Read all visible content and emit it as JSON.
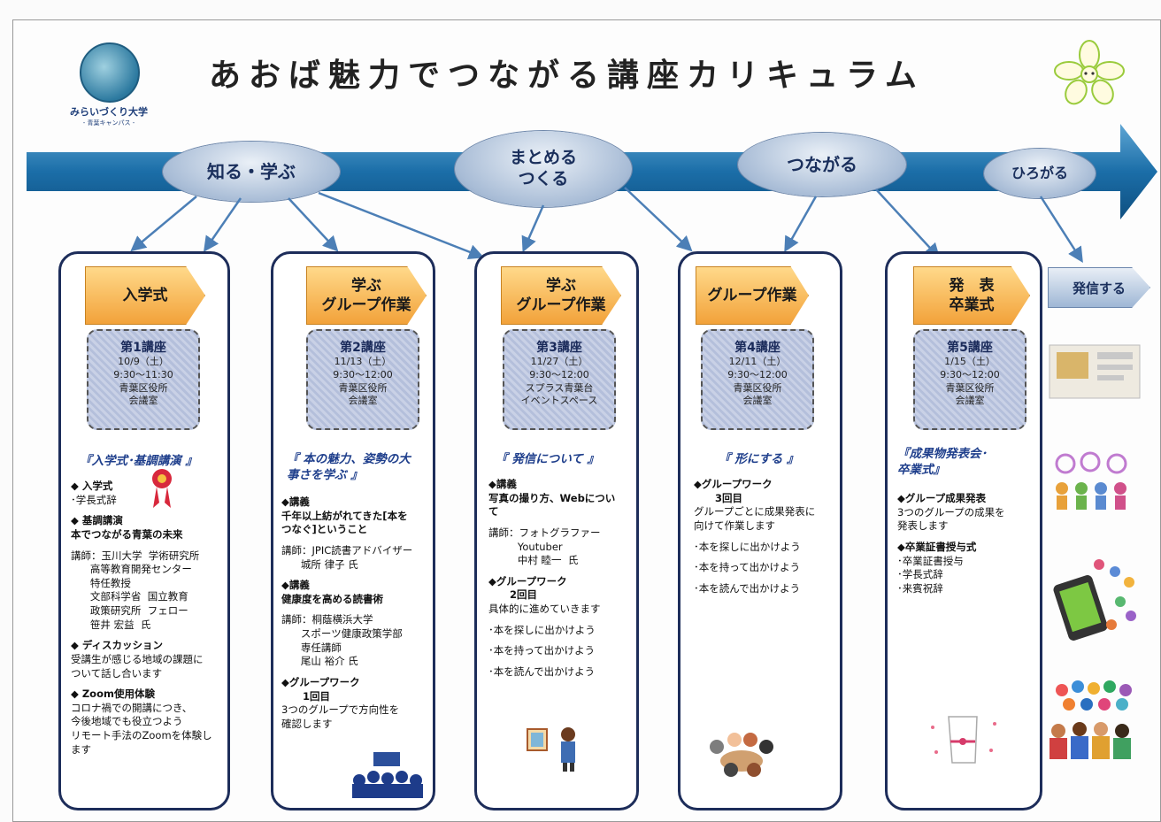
{
  "title": "あおば魅力でつながる講座カリキュラム",
  "logo": {
    "name": "みらいづくり大学",
    "sub": "- 青葉キャンパス -"
  },
  "phases": [
    "知る・学ぶ",
    "まとめる\nつくる",
    "つながる",
    "ひろがる"
  ],
  "output_label": "発信する",
  "columns": [
    {
      "tag": "入学式",
      "session": {
        "num": "第1講座",
        "date": "10/9（土）",
        "time": "9:30～11:30",
        "place": "青葉区役所\n会議室"
      },
      "theme": "『入学式･基調講演 』",
      "lines": [
        {
          "t": "◆ 入学式",
          "b": true
        },
        {
          "t": "･学長式辞",
          "b": false
        },
        {
          "t": "",
          "b": false
        },
        {
          "t": "◆ 基調講演",
          "b": true
        },
        {
          "t": "本でつながる青葉の未来",
          "b": true
        },
        {
          "t": "",
          "b": false
        },
        {
          "t": "講師：玉川大学  学術研究所",
          "b": false
        },
        {
          "t": "      高等教育開発センター",
          "b": false
        },
        {
          "t": "      特任教授",
          "b": false
        },
        {
          "t": "      文部科学省  国立教育",
          "b": false
        },
        {
          "t": "      政策研究所  フェロー",
          "b": false
        },
        {
          "t": "      笹井 宏益  氏",
          "b": false
        },
        {
          "t": "",
          "b": false
        },
        {
          "t": "◆ ディスカッション",
          "b": true
        },
        {
          "t": "受講生が感じる地域の課題に",
          "b": false
        },
        {
          "t": "ついて話し合います",
          "b": false
        },
        {
          "t": "",
          "b": false
        },
        {
          "t": "◆ Zoom使用体験",
          "b": true
        },
        {
          "t": "コロナ禍での開講につき、",
          "b": false
        },
        {
          "t": "今後地域でも役立つよう",
          "b": false
        },
        {
          "t": "リモート手法のZoomを体験し",
          "b": false
        },
        {
          "t": "ます",
          "b": false
        }
      ]
    },
    {
      "tag": "学ぶ\nグループ作業",
      "session": {
        "num": "第2講座",
        "date": "11/13（土）",
        "time": "9:30～12:00",
        "place": "青葉区役所\n会議室"
      },
      "theme": "『 本の魅力、姿勢の大\n事さを学ぶ 』",
      "lines": [
        {
          "t": "◆講義",
          "b": true
        },
        {
          "t": "千年以上紡がれてきた[本を",
          "b": true
        },
        {
          "t": "つなぐ]ということ",
          "b": true
        },
        {
          "t": "",
          "b": false
        },
        {
          "t": "講師：JPIC読書アドバイザー",
          "b": false
        },
        {
          "t": "      城所 律子 氏",
          "b": false
        },
        {
          "t": "",
          "b": false
        },
        {
          "t": "◆講義",
          "b": true
        },
        {
          "t": "健康度を高める読書術",
          "b": true
        },
        {
          "t": "",
          "b": false
        },
        {
          "t": "講師：桐蔭横浜大学",
          "b": false
        },
        {
          "t": "      スポーツ健康政策学部",
          "b": false
        },
        {
          "t": "      専任講師",
          "b": false
        },
        {
          "t": "      尾山 裕介 氏",
          "b": false
        },
        {
          "t": "",
          "b": false
        },
        {
          "t": "◆グループワーク",
          "b": true
        },
        {
          "t": "      1回目",
          "b": true
        },
        {
          "t": "3つのグループで方向性を",
          "b": false
        },
        {
          "t": "確認します",
          "b": false
        }
      ]
    },
    {
      "tag": "学ぶ\nグループ作業",
      "session": {
        "num": "第3講座",
        "date": "11/27（土）",
        "time": "9:30～12:00",
        "place": "スプラス青葉台\nイベントスペース"
      },
      "theme": "『 発信について 』",
      "lines": [
        {
          "t": "◆講義",
          "b": true
        },
        {
          "t": "写真の撮り方、Webについ",
          "b": true
        },
        {
          "t": "て",
          "b": true
        },
        {
          "t": "",
          "b": false
        },
        {
          "t": "講師：フォトグラファー",
          "b": false
        },
        {
          "t": "         Youtuber",
          "b": false
        },
        {
          "t": "         中村 睦一  氏",
          "b": false
        },
        {
          "t": "",
          "b": false
        },
        {
          "t": "◆グループワーク",
          "b": true
        },
        {
          "t": "      2回目",
          "b": true
        },
        {
          "t": "具体的に進めていきます",
          "b": false
        },
        {
          "t": "",
          "b": false
        },
        {
          "t": "･本を探しに出かけよう",
          "b": false
        },
        {
          "t": "",
          "b": false
        },
        {
          "t": "･本を持って出かけよう",
          "b": false
        },
        {
          "t": "",
          "b": false
        },
        {
          "t": "･本を読んで出かけよう",
          "b": false
        }
      ]
    },
    {
      "tag": "グループ作業",
      "session": {
        "num": "第4講座",
        "date": "12/11（土）",
        "time": "9:30～12:00",
        "place": "青葉区役所\n会議室"
      },
      "theme": "『 形にする 』",
      "lines": [
        {
          "t": "◆グループワーク",
          "b": true
        },
        {
          "t": "      3回目",
          "b": true
        },
        {
          "t": "グループごとに成果発表に",
          "b": false
        },
        {
          "t": "向けて作業します",
          "b": false
        },
        {
          "t": "",
          "b": false
        },
        {
          "t": "･本を探しに出かけよう",
          "b": false
        },
        {
          "t": "",
          "b": false
        },
        {
          "t": "･本を持って出かけよう",
          "b": false
        },
        {
          "t": "",
          "b": false
        },
        {
          "t": "･本を読んで出かけよう",
          "b": false
        }
      ]
    },
    {
      "tag": "発　表\n卒業式",
      "session": {
        "num": "第5講座",
        "date": "1/15（土）",
        "time": "9:30～12:00",
        "place": "青葉区役所\n会議室"
      },
      "theme": "『成果物発表会･\n卒業式』",
      "lines": [
        {
          "t": "◆グループ成果発表",
          "b": true
        },
        {
          "t": "3つのグループの成果を",
          "b": false
        },
        {
          "t": "発表します",
          "b": false
        },
        {
          "t": "",
          "b": false
        },
        {
          "t": "◆卒業証書授与式",
          "b": true
        },
        {
          "t": "･卒業証書授与",
          "b": false
        },
        {
          "t": "･学長式辞",
          "b": false
        },
        {
          "t": "･来賓祝辞",
          "b": false
        }
      ]
    }
  ]
}
